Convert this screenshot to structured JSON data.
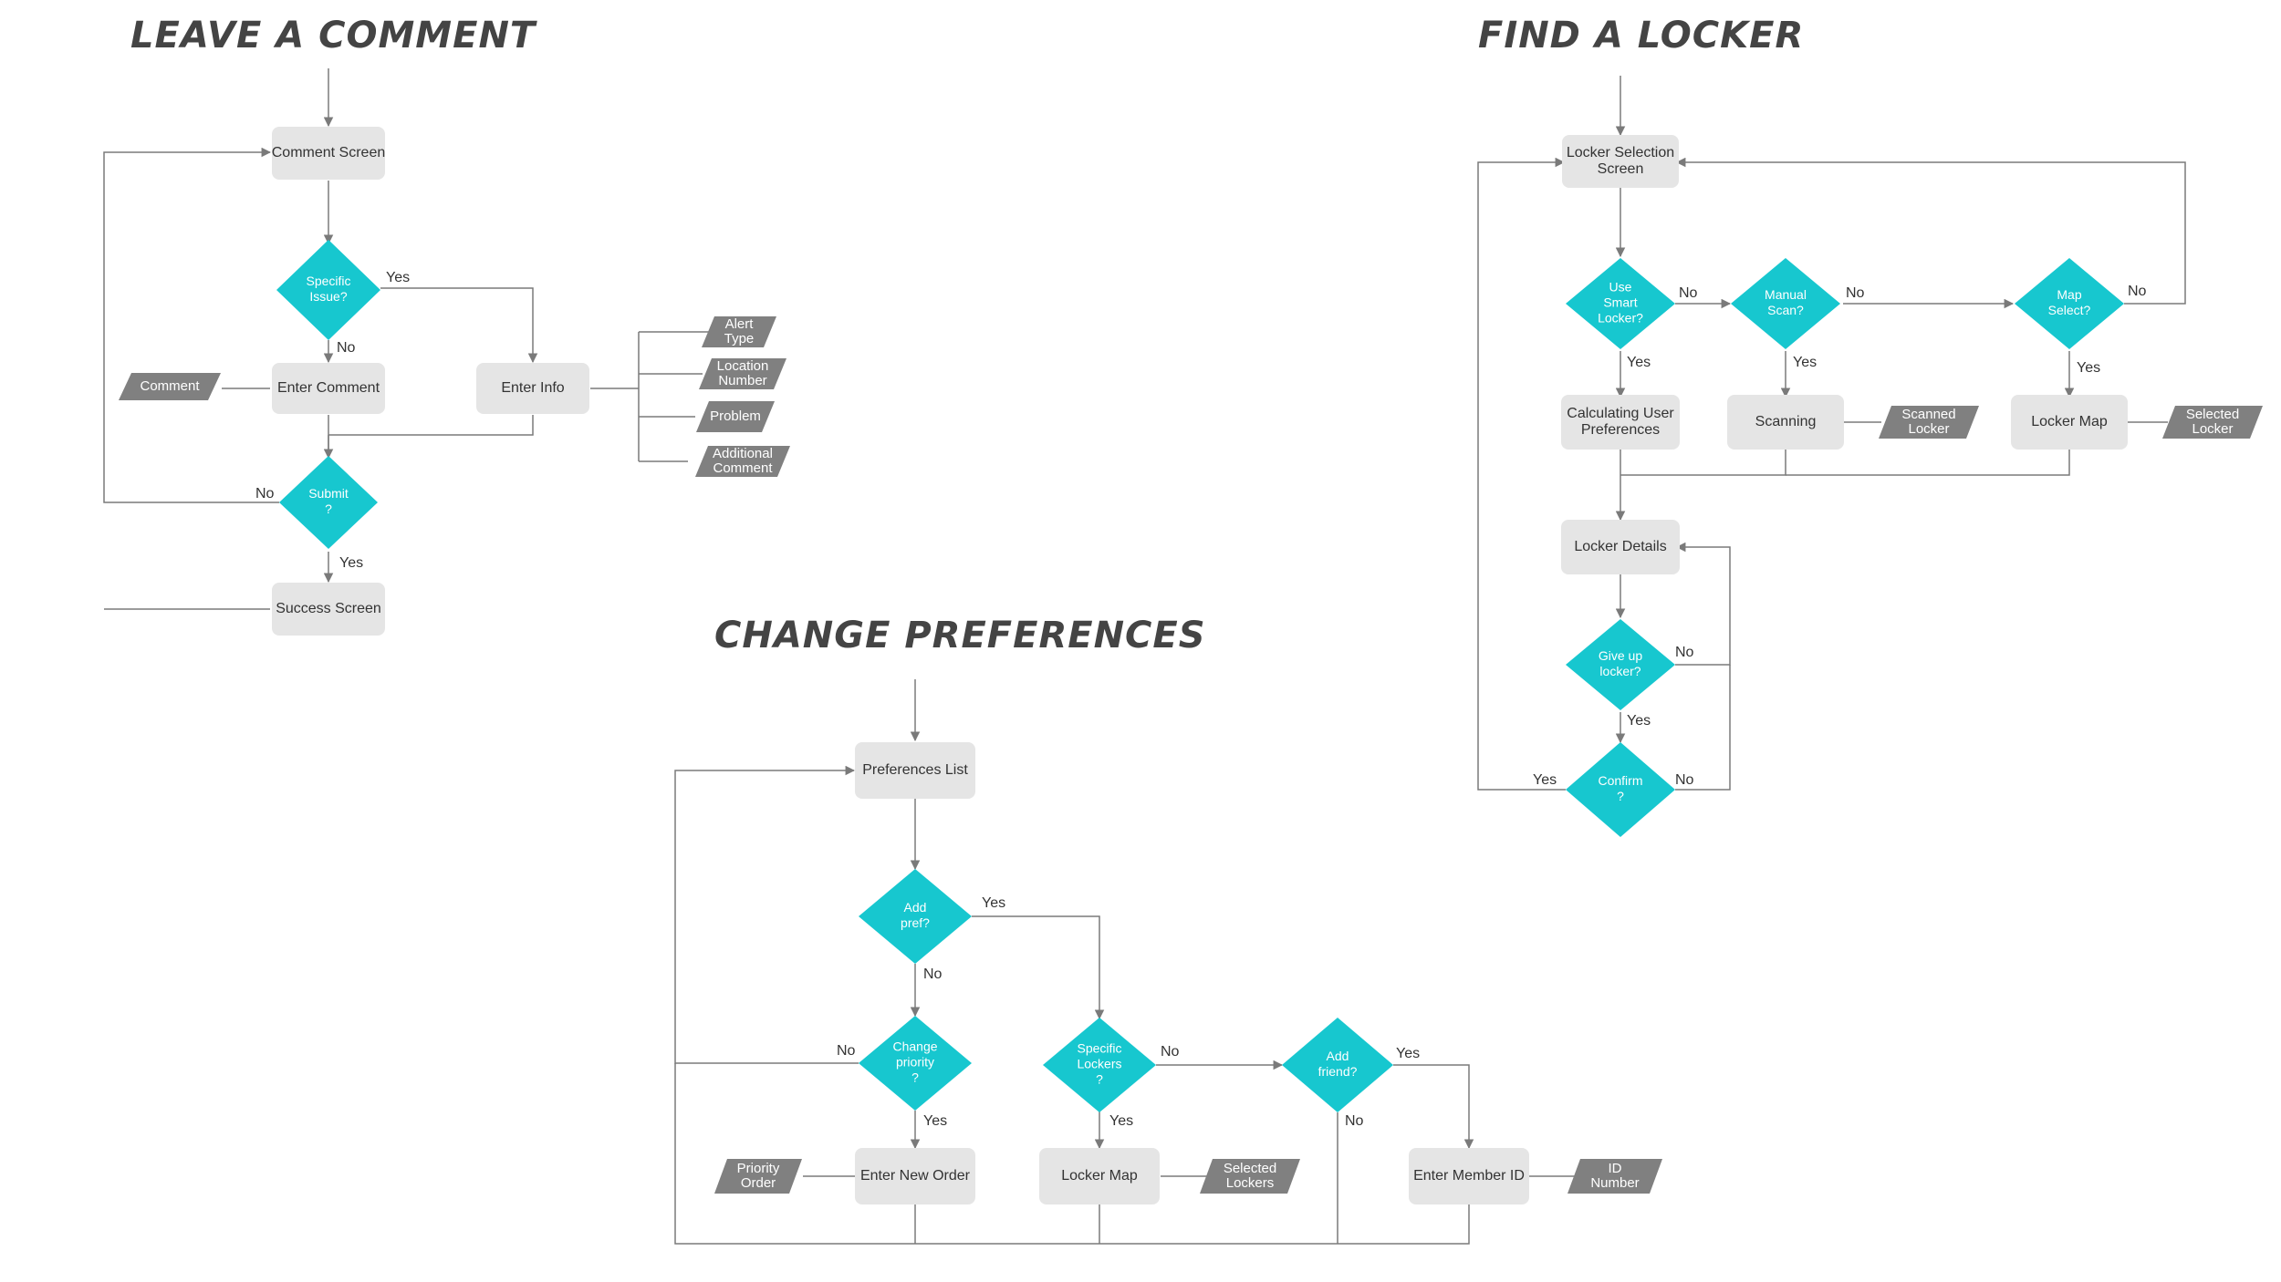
{
  "colors": {
    "process": "#e5e5e5",
    "decision": "#17c7cf",
    "data": "#808080",
    "line": "#7a7a7a",
    "title": "#444444"
  },
  "titles": {
    "comment": "LEAVE A COMMENT",
    "locker": "FIND A LOCKER",
    "prefs": "CHANGE PREFERENCES"
  },
  "processes": {
    "comment_screen": "Comment Screen",
    "enter_comment": "Enter Comment",
    "enter_info": "Enter Info",
    "success_screen": "Success Screen",
    "locker_selection_screen": [
      "Locker Selection",
      "Screen"
    ],
    "calculating_prefs": [
      "Calculating User",
      "Preferences"
    ],
    "scanning": "Scanning",
    "locker_map_fl": "Locker Map",
    "locker_details": "Locker Details",
    "preferences_list": "Preferences List",
    "enter_new_order": "Enter New Order",
    "locker_map_cp": "Locker Map",
    "enter_member_id": "Enter Member ID"
  },
  "decisions": {
    "specific_issue": [
      "Specific",
      "Issue?"
    ],
    "submit": [
      "Submit",
      "?"
    ],
    "use_smart_locker": [
      "Use",
      "Smart",
      "Locker?"
    ],
    "manual_scan": [
      "Manual",
      "Scan?"
    ],
    "map_select": [
      "Map",
      "Select?"
    ],
    "give_up": [
      "Give up",
      "locker?"
    ],
    "confirm": [
      "Confirm",
      "?"
    ],
    "add_pref": [
      "Add",
      "pref?"
    ],
    "change_priority": [
      "Change",
      "priority",
      "?"
    ],
    "specific_lockers": [
      "Specific",
      "Lockers",
      "?"
    ],
    "add_friend": [
      "Add",
      "friend?"
    ]
  },
  "data_nodes": {
    "comment": [
      "Comment"
    ],
    "alert_type": [
      "Alert",
      "Type"
    ],
    "location_number": [
      "Location",
      "Number"
    ],
    "problem": [
      "Problem"
    ],
    "additional_comment": [
      "Additional",
      "Comment"
    ],
    "scanned_locker": [
      "Scanned",
      "Locker"
    ],
    "selected_locker": [
      "Selected",
      "Locker"
    ],
    "priority_order": [
      "Priority",
      "Order"
    ],
    "selected_lockers": [
      "Selected",
      "Lockers"
    ],
    "id_number": [
      "ID",
      "Number"
    ]
  },
  "edge_labels": {
    "yes": "Yes",
    "no": "No"
  }
}
